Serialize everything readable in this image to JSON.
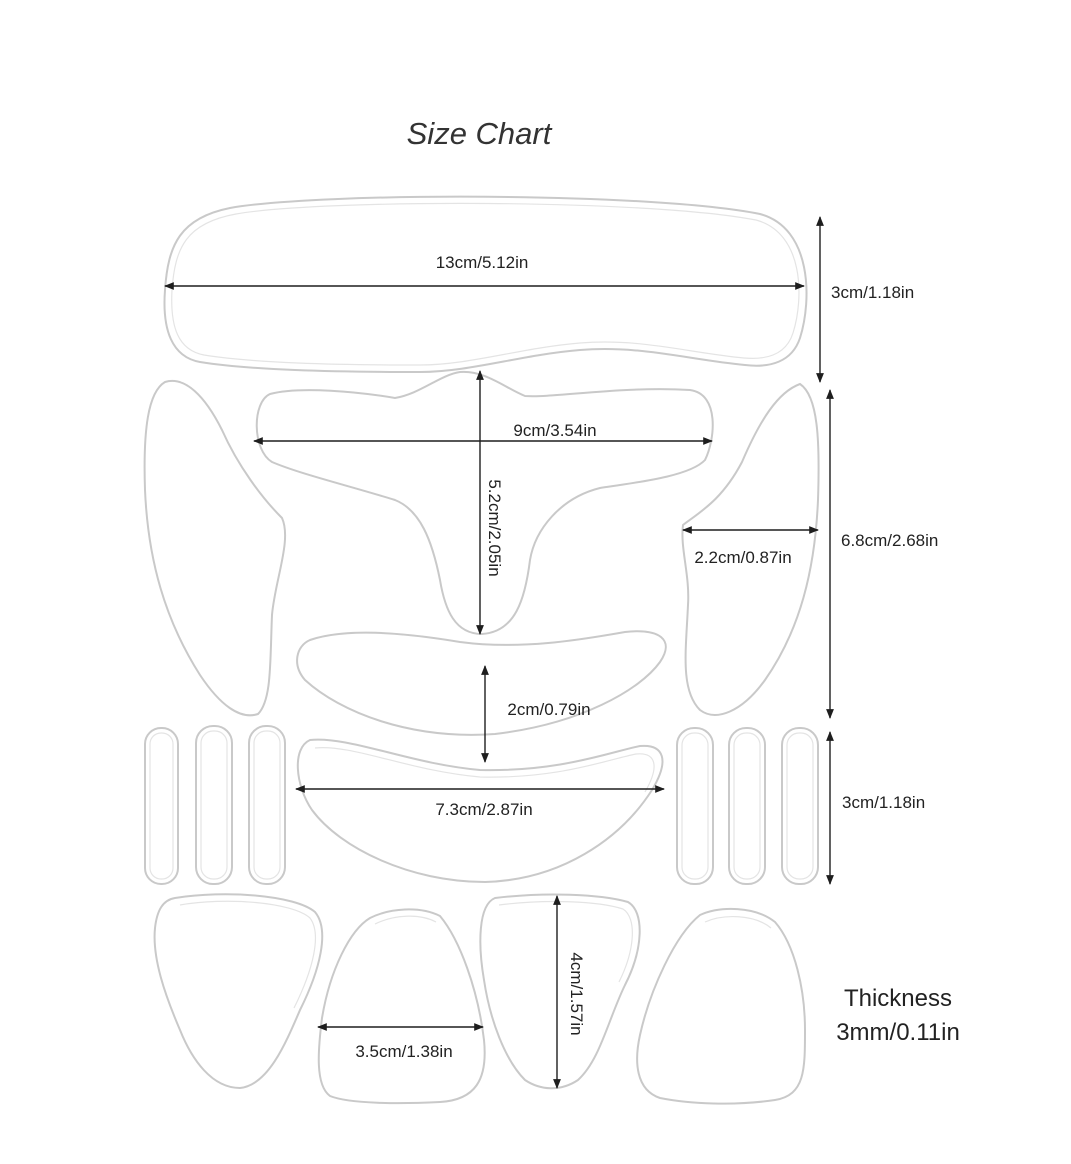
{
  "title": "Size Chart",
  "dimensions": {
    "forehead_width": "13cm/5.12in",
    "forehead_height": "3cm/1.18in",
    "glabella_width": "9cm/3.54in",
    "glabella_height": "5.2cm/2.05in",
    "side_width": "2.2cm/0.87in",
    "side_height": "6.8cm/2.68in",
    "crescent_height": "2cm/0.79in",
    "crescent_width": "7.3cm/2.87in",
    "strip_height": "3cm/1.18in",
    "triangle_width": "3.5cm/1.38in",
    "triangle_height": "4cm/1.57in"
  },
  "thickness": {
    "label": "Thickness",
    "value": "3mm/0.11in"
  }
}
